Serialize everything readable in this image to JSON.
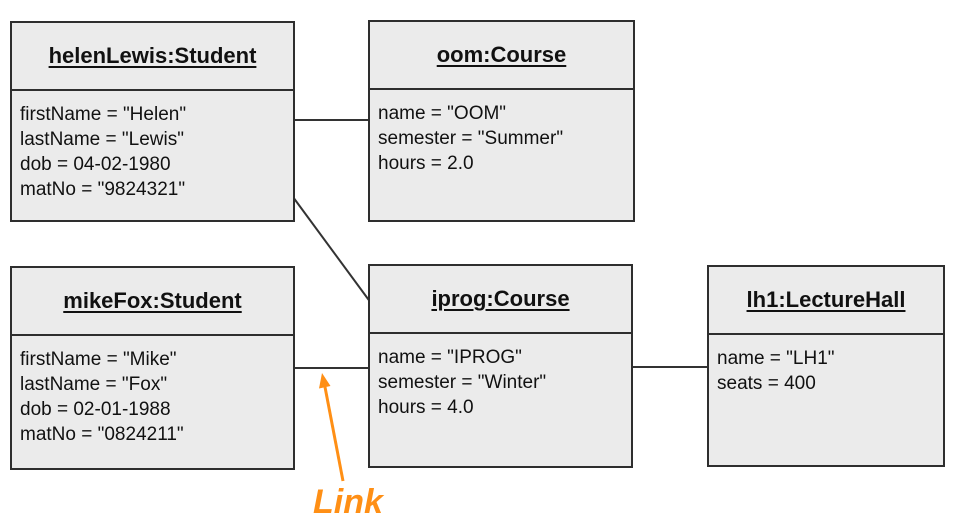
{
  "diagram": {
    "type": "uml-object-diagram",
    "colors": {
      "box_fill": "#ebebeb",
      "box_border": "#2e2e2e",
      "link_line": "#333333",
      "annotation": "#ff8f15"
    },
    "objects": [
      {
        "title": "helenLewis:Student",
        "attributes": [
          "firstName = \"Helen\"",
          "lastName = \"Lewis\"",
          "dob = 04-02-1980",
          "matNo = \"9824321\""
        ]
      },
      {
        "title": "oom:Course",
        "attributes": [
          "name = \"OOM\"",
          "semester = \"Summer\"",
          "hours = 2.0"
        ]
      },
      {
        "title": "mikeFox:Student",
        "attributes": [
          "firstName = \"Mike\"",
          "lastName = \"Fox\"",
          "dob = 02-01-1988",
          "matNo = \"0824211\""
        ]
      },
      {
        "title": "iprog:Course",
        "attributes": [
          "name = \"IPROG\"",
          "semester = \"Winter\"",
          "hours = 4.0"
        ]
      },
      {
        "title": "lh1:LectureHall",
        "attributes": [
          "name = \"LH1\"",
          "seats = 400"
        ]
      }
    ],
    "links": [
      {
        "from": "helenLewis:Student",
        "to": "oom:Course"
      },
      {
        "from": "helenLewis:Student",
        "to": "iprog:Course"
      },
      {
        "from": "mikeFox:Student",
        "to": "iprog:Course"
      },
      {
        "from": "iprog:Course",
        "to": "lh1:LectureHall"
      }
    ],
    "annotation": {
      "label": "Link"
    }
  }
}
